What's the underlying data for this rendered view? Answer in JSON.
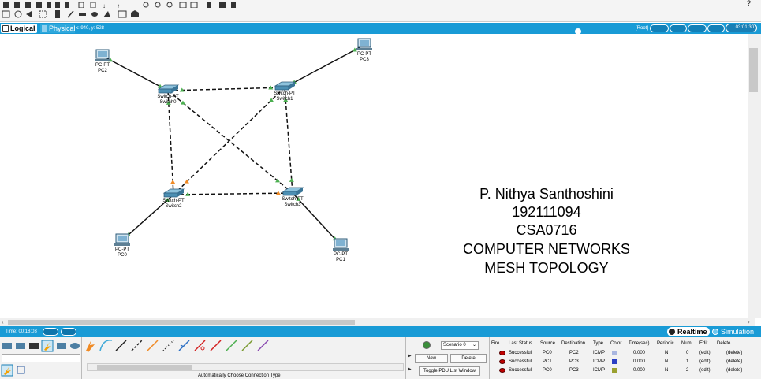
{
  "tabs": {
    "logical": "Logical",
    "physical": "Physical",
    "coords": "x: 940, y: 528",
    "root": "[Root]",
    "clock": "03:01:30"
  },
  "devices": [
    {
      "id": "pc2",
      "type": "PC-PT",
      "name": "PC2",
      "kind": "pc"
    },
    {
      "id": "pc3",
      "type": "PC-PT",
      "name": "PC3",
      "kind": "pc"
    },
    {
      "id": "pc0",
      "type": "PC-PT",
      "name": "PC0",
      "kind": "pc"
    },
    {
      "id": "pc1",
      "type": "PC-PT",
      "name": "PC1",
      "kind": "pc"
    },
    {
      "id": "sw0",
      "type": "Switch-PT",
      "name": "Switch0",
      "kind": "switch"
    },
    {
      "id": "sw1",
      "type": "Switch-PT",
      "name": "Switch1",
      "kind": "switch"
    },
    {
      "id": "sw2",
      "type": "Switch-PT",
      "name": "Switch2",
      "kind": "switch"
    },
    {
      "id": "sw3",
      "type": "Switch-PT",
      "name": "Switch3",
      "kind": "switch"
    }
  ],
  "links": [
    {
      "from": "pc2",
      "to": "sw0",
      "style": "solid"
    },
    {
      "from": "pc3",
      "to": "sw1",
      "style": "solid"
    },
    {
      "from": "pc0",
      "to": "sw2",
      "style": "solid"
    },
    {
      "from": "pc1",
      "to": "sw3",
      "style": "solid"
    },
    {
      "from": "sw0",
      "to": "sw1",
      "style": "dashed"
    },
    {
      "from": "sw0",
      "to": "sw2",
      "style": "dashed"
    },
    {
      "from": "sw0",
      "to": "sw3",
      "style": "dashed"
    },
    {
      "from": "sw1",
      "to": "sw2",
      "style": "dashed"
    },
    {
      "from": "sw1",
      "to": "sw3",
      "style": "dashed"
    },
    {
      "from": "sw2",
      "to": "sw3",
      "style": "dashed"
    }
  ],
  "note": {
    "line1": "P. Nithya Santhoshini",
    "line2": "192111094",
    "line3": "CSA0716",
    "line4": "COMPUTER NETWORKS",
    "line5": "MESH TOPOLOGY"
  },
  "timebar": {
    "time": "Time: 00:18:03",
    "realtime": "Realtime",
    "simulation": "Simulation"
  },
  "connections": {
    "label": "Automatically Choose Connection Type"
  },
  "scenario": {
    "select": "Scenario 0",
    "new": "New",
    "delete": "Delete",
    "toggle": "Toggle PDU List Window"
  },
  "pdu_table": {
    "headers": [
      "Fire",
      "Last Status",
      "Source",
      "Destination",
      "Type",
      "Color",
      "Time(sec)",
      "Periodic",
      "Num",
      "Edit",
      "Delete"
    ],
    "rows": [
      {
        "status": "Successful",
        "source": "PC0",
        "destination": "PC2",
        "type": "ICMP",
        "color": "#a9b6e0",
        "time": "0.000",
        "periodic": "N",
        "num": "0",
        "edit": "(edit)",
        "delete": "(delete)"
      },
      {
        "status": "Successful",
        "source": "PC1",
        "destination": "PC3",
        "type": "ICMP",
        "color": "#2b3fc4",
        "time": "0.000",
        "periodic": "N",
        "num": "1",
        "edit": "(edit)",
        "delete": "(delete)"
      },
      {
        "status": "Successful",
        "source": "PC0",
        "destination": "PC3",
        "type": "ICMP",
        "color": "#9aa030",
        "time": "0.000",
        "periodic": "N",
        "num": "2",
        "edit": "(edit)",
        "delete": "(delete)"
      }
    ]
  },
  "colors": {
    "accent": "#199bd6",
    "link_up": "#4caf50",
    "link_pending": "#f08a24"
  }
}
